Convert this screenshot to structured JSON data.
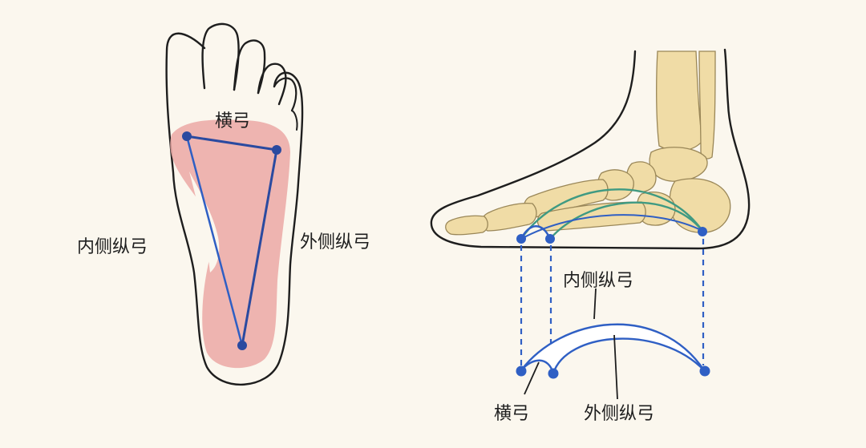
{
  "colors": {
    "background": "#fbf7ee",
    "outline": "#1e1e1e",
    "arch_blue": "#2f5fc4",
    "triangle_navy": "#2a4aa0",
    "pressure_pink": "#eba8a4",
    "bone": "#f0dca6",
    "bone_outline": "#9a8758",
    "arch_fill": "#ffffff"
  },
  "labels": {
    "sole_transverse": "横弓",
    "sole_medial": "内侧纵弓",
    "sole_lateral": "外侧纵弓",
    "detail_medial": "内侧纵弓",
    "detail_transverse": "横弓",
    "detail_lateral": "外侧纵弓"
  }
}
